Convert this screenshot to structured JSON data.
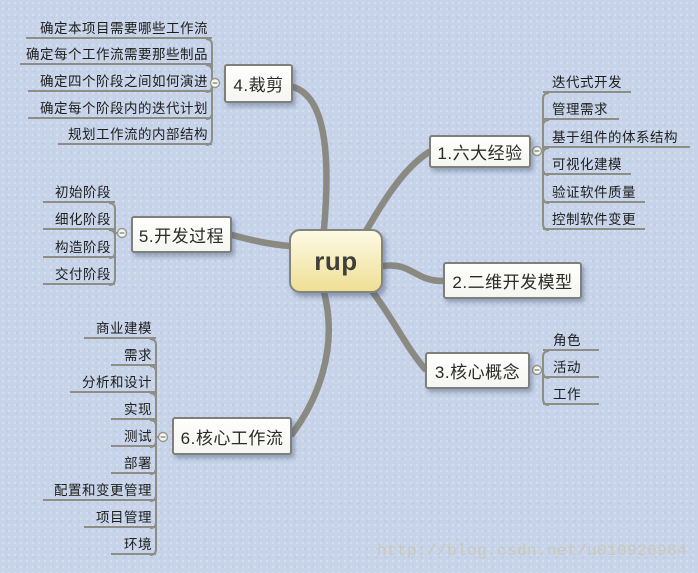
{
  "root": {
    "label": "rup"
  },
  "watermark": {
    "text": "http://blog.csdn.net/u010926964"
  },
  "icons": {
    "collapse": "minus-circle-icon"
  },
  "colors": {
    "background": "#c6d3e9",
    "branch": "#8a8a83",
    "connector": "#8e8e87",
    "box_border": "#80807a",
    "box_background": "#fcfcfa",
    "root_background_top": "#fdfae4",
    "root_background_bottom": "#efdf95",
    "text": "#2a2a28",
    "watermark": "#ccc6ae"
  },
  "topics": [
    {
      "label": "1.六大经验",
      "children": [
        "迭代式开发",
        "管理需求",
        "基于组件的体系结构",
        "可视化建模",
        "验证软件质量",
        "控制软件变更"
      ]
    },
    {
      "label": "2.二维开发模型",
      "children": []
    },
    {
      "label": "3.核心概念",
      "children": [
        "角色",
        "活动",
        "工作"
      ]
    },
    {
      "label": "4.裁剪",
      "children": [
        "确定本项目需要哪些工作流",
        "确定每个工作流需要那些制品",
        "确定四个阶段之间如何演进",
        "确定每个阶段内的迭代计划",
        "规划工作流的内部结构"
      ]
    },
    {
      "label": "5.开发过程",
      "children": [
        "初始阶段",
        "细化阶段",
        "构造阶段",
        "交付阶段"
      ]
    },
    {
      "label": "6.核心工作流",
      "children": [
        "商业建模",
        "需求",
        "分析和设计",
        "实现",
        "测试",
        "部署",
        "配置和变更管理",
        "项目管理",
        "环境"
      ]
    }
  ]
}
